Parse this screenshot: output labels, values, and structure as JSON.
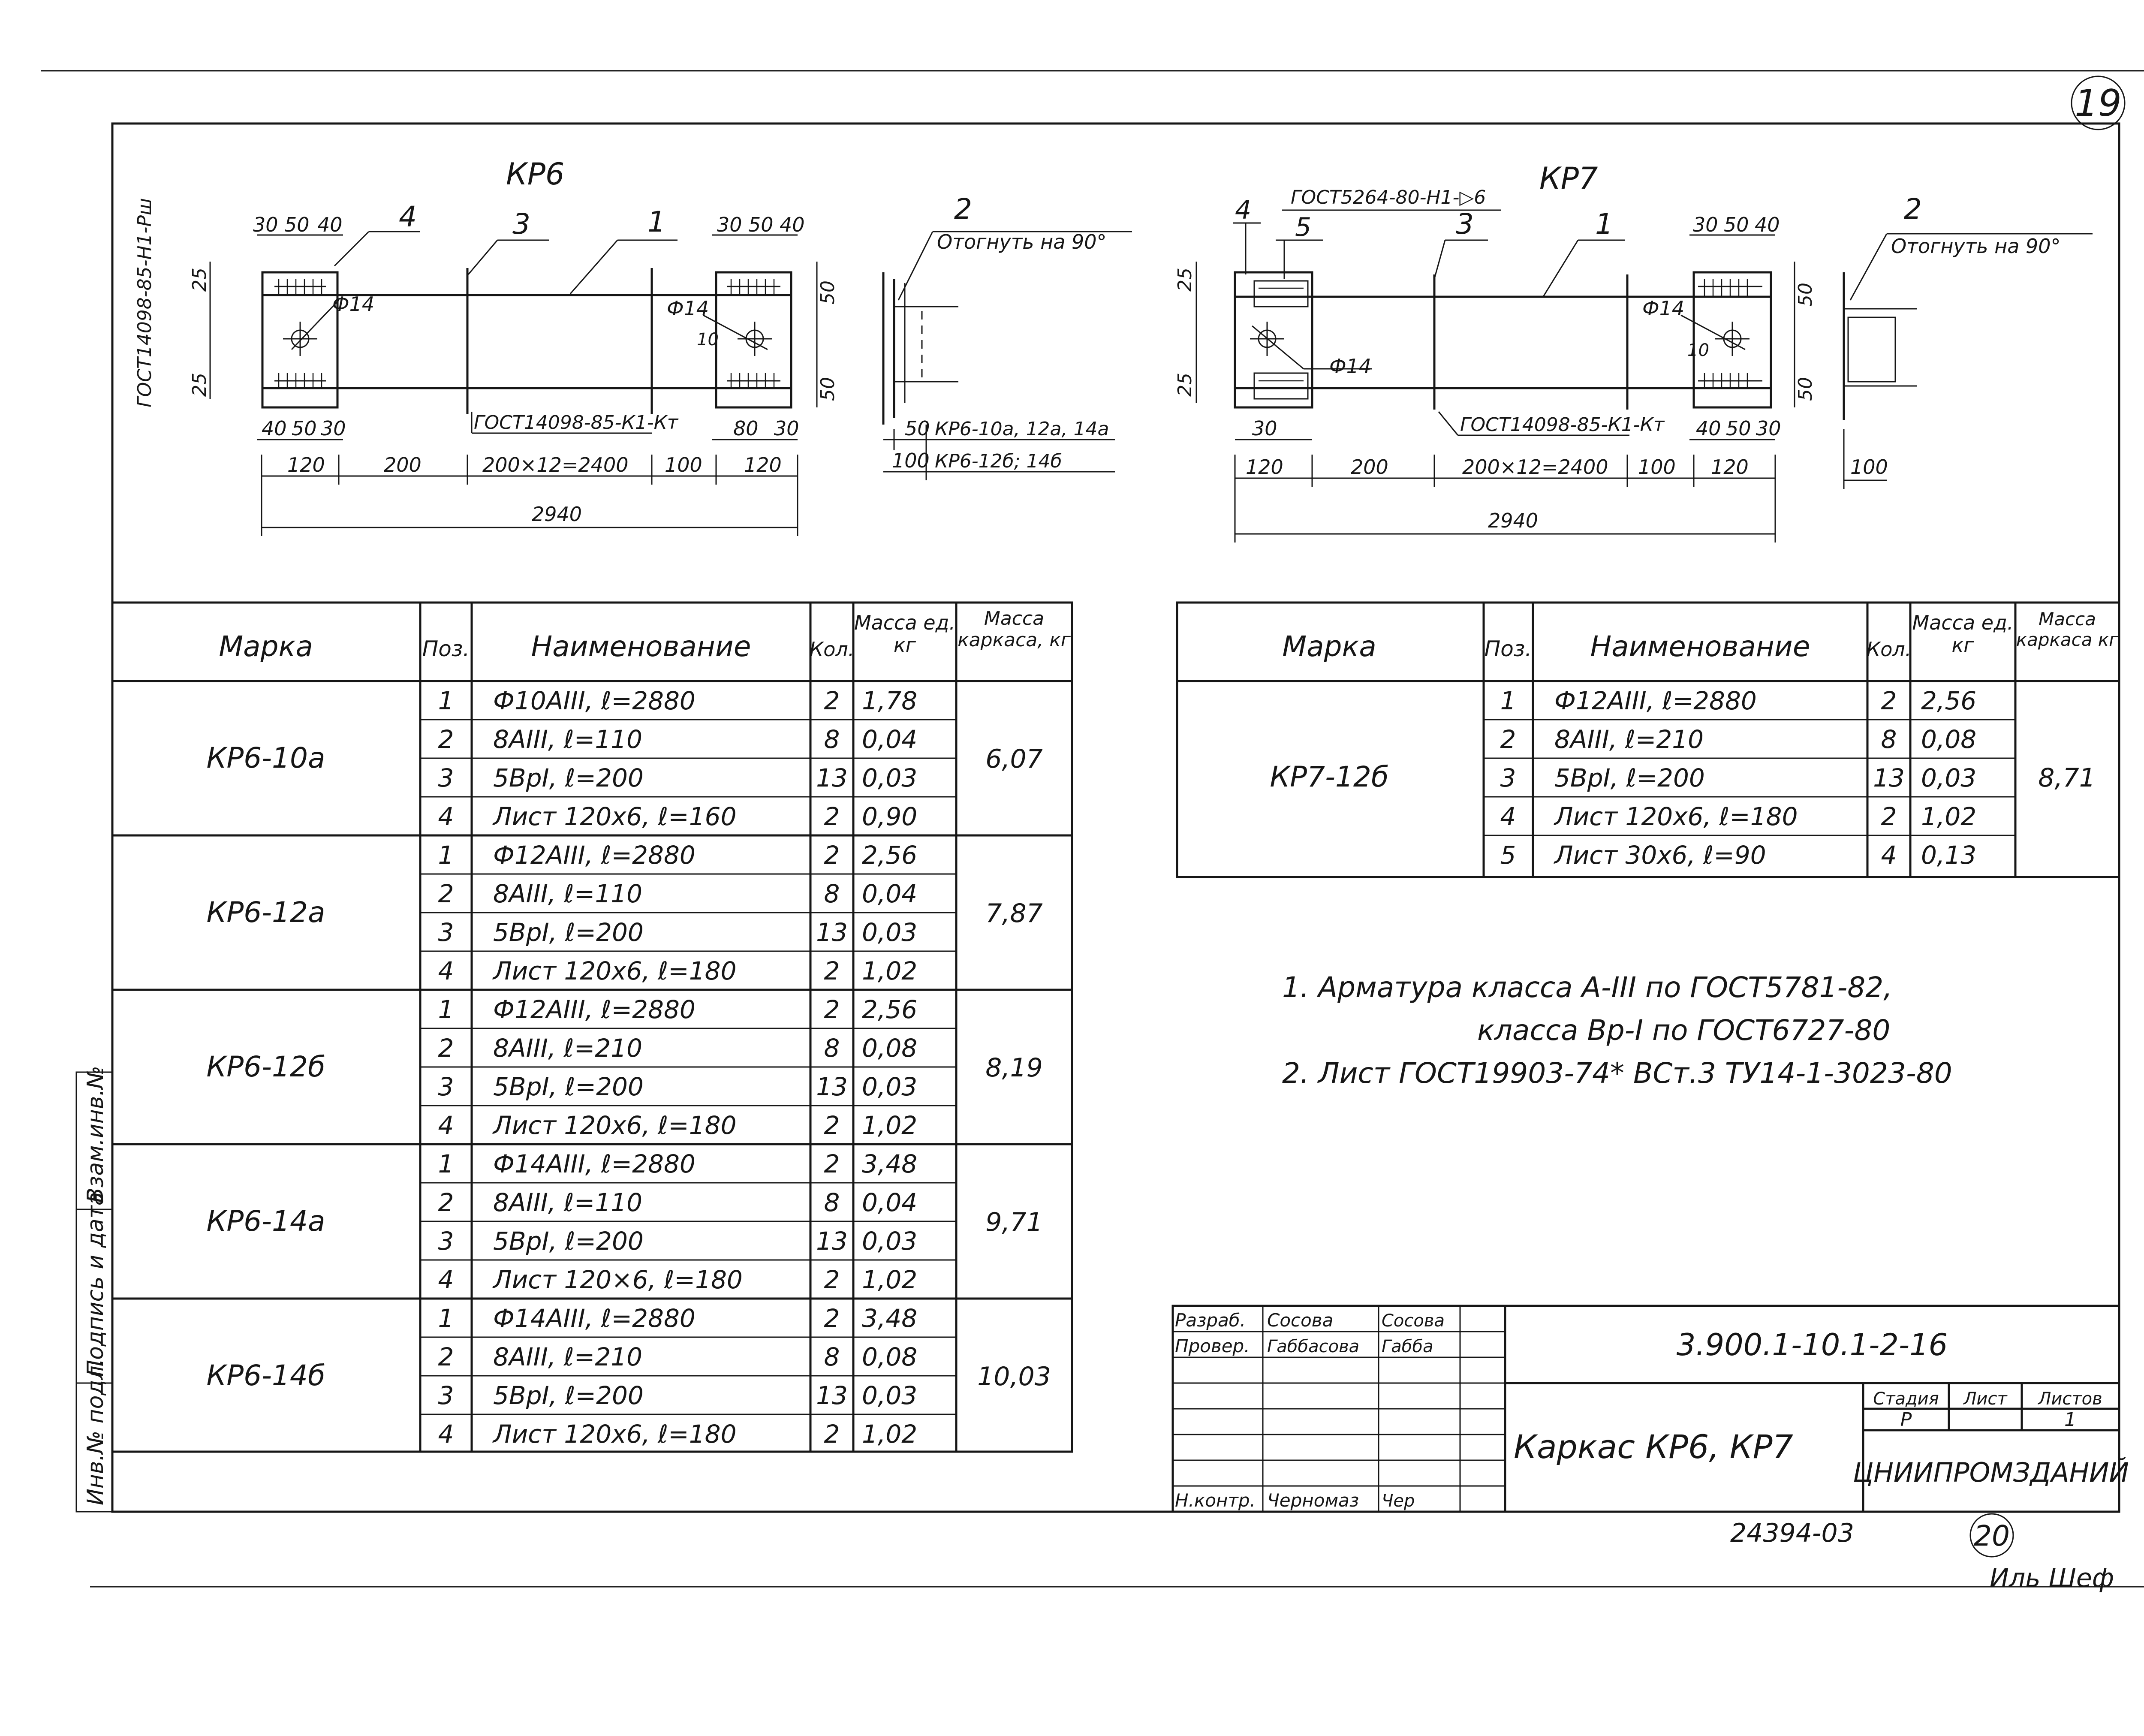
{
  "sheet": {
    "sheet_number_top": "19",
    "sheet_number_bottom": "20",
    "inventory_number": "24394-03",
    "corner_signature": "Иль Шеф"
  },
  "drawing_kr6": {
    "title": "КР6",
    "gost_vertical": "ГОСТ14098-85-Н1-Рш",
    "gost_weld": "ГОСТ14098-85-К1-Кт",
    "callouts": [
      "4",
      "3",
      "1",
      "2"
    ],
    "dia_left": "Ф14",
    "dia_right": "Ф14",
    "top_dims_left": [
      "30",
      "50",
      "40"
    ],
    "top_dims_right": [
      "30",
      "50",
      "40"
    ],
    "left_side_dims": [
      "25",
      "25"
    ],
    "right_side_dims": [
      "50",
      "50"
    ],
    "dim_10": "10",
    "bottom_dims_left": [
      "40",
      "50",
      "30"
    ],
    "bottom_dims_right": [
      "80",
      "30"
    ],
    "row_dims": [
      "120",
      "200",
      "200×12=2400",
      "100",
      "120"
    ],
    "total": "2940",
    "bend_note": "Отогнуть на 90°",
    "bend_dims": [
      {
        "value": "50",
        "label": "КР6-10а, 12а, 14а"
      },
      {
        "value": "100",
        "label": "КР6-12б; 14б"
      }
    ]
  },
  "drawing_kr7": {
    "title": "КР7",
    "gost_top": "ГОСТ5264-80-Н1-▷6",
    "gost_weld": "ГОСТ14098-85-К1-Кт",
    "callouts": [
      "4",
      "5",
      "3",
      "1",
      "2"
    ],
    "dia_left": "Ф14",
    "dia_right": "Ф14",
    "top_dims_right": [
      "30",
      "50",
      "40"
    ],
    "left_side_dims": [
      "25",
      "25"
    ],
    "right_side_dims": [
      "50",
      "50"
    ],
    "dim_10": "10",
    "bottom_dims_left": [
      "30"
    ],
    "bottom_dims_right": [
      "40",
      "50",
      "30"
    ],
    "row_dims": [
      "120",
      "200",
      "200×12=2400",
      "100",
      "120"
    ],
    "total": "2940",
    "bend_note": "Отогнуть на 90°",
    "bend_dim": "100"
  },
  "table_kr6": {
    "headers": [
      "Марка",
      "Поз.",
      "Наименование",
      "Кол.",
      "Масса ед. кг",
      "Масса каркаса, кг"
    ],
    "groups": [
      {
        "mark": "КР6-10а",
        "mass": "6,07",
        "rows": [
          [
            "1",
            "Ф10АIII, ℓ=2880",
            "2",
            "1,78"
          ],
          [
            "2",
            "8АIII, ℓ=110",
            "8",
            "0,04"
          ],
          [
            "3",
            "5ВрI, ℓ=200",
            "13",
            "0,03"
          ],
          [
            "4",
            "Лист 120х6, ℓ=160",
            "2",
            "0,90"
          ]
        ]
      },
      {
        "mark": "КР6-12а",
        "mass": "7,87",
        "rows": [
          [
            "1",
            "Ф12АIII, ℓ=2880",
            "2",
            "2,56"
          ],
          [
            "2",
            "8АIII, ℓ=110",
            "8",
            "0,04"
          ],
          [
            "3",
            "5ВрI, ℓ=200",
            "13",
            "0,03"
          ],
          [
            "4",
            "Лист 120х6, ℓ=180",
            "2",
            "1,02"
          ]
        ]
      },
      {
        "mark": "КР6-12б",
        "mass": "8,19",
        "rows": [
          [
            "1",
            "Ф12АIII, ℓ=2880",
            "2",
            "2,56"
          ],
          [
            "2",
            "8АIII, ℓ=210",
            "8",
            "0,08"
          ],
          [
            "3",
            "5ВрI, ℓ=200",
            "13",
            "0,03"
          ],
          [
            "4",
            "Лист 120х6, ℓ=180",
            "2",
            "1,02"
          ]
        ]
      },
      {
        "mark": "КР6-14а",
        "mass": "9,71",
        "rows": [
          [
            "1",
            "Ф14АIII, ℓ=2880",
            "2",
            "3,48"
          ],
          [
            "2",
            "8АIII, ℓ=110",
            "8",
            "0,04"
          ],
          [
            "3",
            "5ВрI, ℓ=200",
            "13",
            "0,03"
          ],
          [
            "4",
            "Лист 120×6, ℓ=180",
            "2",
            "1,02"
          ]
        ]
      },
      {
        "mark": "КР6-14б",
        "mass": "10,03",
        "rows": [
          [
            "1",
            "Ф14АIII, ℓ=2880",
            "2",
            "3,48"
          ],
          [
            "2",
            "8АIII, ℓ=210",
            "8",
            "0,08"
          ],
          [
            "3",
            "5ВрI, ℓ=200",
            "13",
            "0,03"
          ],
          [
            "4",
            "Лист 120х6, ℓ=180",
            "2",
            "1,02"
          ]
        ]
      }
    ]
  },
  "table_kr7": {
    "headers": [
      "Марка",
      "Поз.",
      "Наименование",
      "Кол.",
      "Масса ед. кг",
      "Масса каркаса кг"
    ],
    "mark": "КР7-12б",
    "mass": "8,71",
    "rows": [
      [
        "1",
        "Ф12АIII, ℓ=2880",
        "2",
        "2,56"
      ],
      [
        "2",
        "8АIII, ℓ=210",
        "8",
        "0,08"
      ],
      [
        "3",
        "5ВрI, ℓ=200",
        "13",
        "0,03"
      ],
      [
        "4",
        "Лист 120х6, ℓ=180",
        "2",
        "1,02"
      ],
      [
        "5",
        "Лист 30х6, ℓ=90",
        "4",
        "0,13"
      ]
    ]
  },
  "notes": [
    "1. Арматура класса А-III по ГОСТ5781-82,",
    "класса Вр-I по ГОСТ6727-80",
    "2. Лист ГОСТ19903-74* ВСт.3 ТУ14-1-3023-80"
  ],
  "side_stamp": [
    "Инв.№ подл.",
    "Подпись и дата",
    "Взам.инв.№"
  ],
  "title_block": {
    "code": "3.900.1-10.1-2-16",
    "title": "Каркас КР6, КР7",
    "org": "ЦНИИПРОМЗДАНИЙ",
    "stage_headers": [
      "Стадия",
      "Лист",
      "Листов"
    ],
    "stage_values": [
      "Р",
      "",
      "1"
    ],
    "people": [
      {
        "role": "Разраб.",
        "name": "Сосова",
        "sign": "Сосова"
      },
      {
        "role": "Провер.",
        "name": "Габбасова",
        "sign": "Габба"
      },
      {
        "role": "Н.контр.",
        "name": "Черномаз",
        "sign": "Чер"
      }
    ]
  }
}
